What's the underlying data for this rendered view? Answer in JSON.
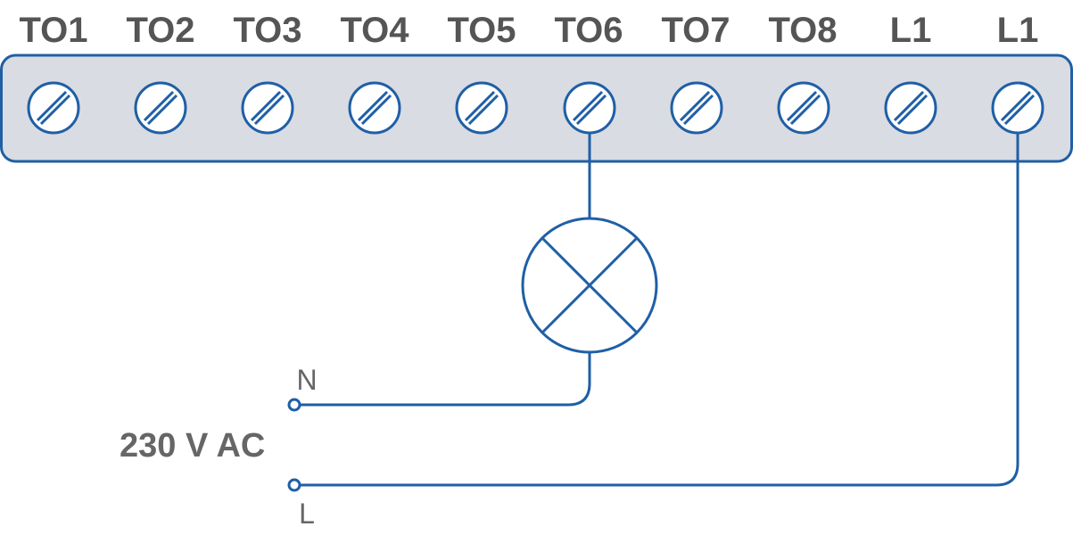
{
  "terminals": [
    {
      "label": "TO1"
    },
    {
      "label": "TO2"
    },
    {
      "label": "TO3"
    },
    {
      "label": "TO4"
    },
    {
      "label": "TO5"
    },
    {
      "label": "TO6"
    },
    {
      "label": "TO7"
    },
    {
      "label": "TO8"
    },
    {
      "label": "L1"
    },
    {
      "label": "L1"
    }
  ],
  "supply": {
    "voltage_label": "230 V AC",
    "neutral_label": "N",
    "live_label": "L"
  },
  "connections": {
    "lamp_terminal": "TO6",
    "live_terminal_index": 9
  },
  "colors": {
    "wire": "#1f5fa6",
    "block_fill": "#d9dce2",
    "label_text": "#555555"
  }
}
